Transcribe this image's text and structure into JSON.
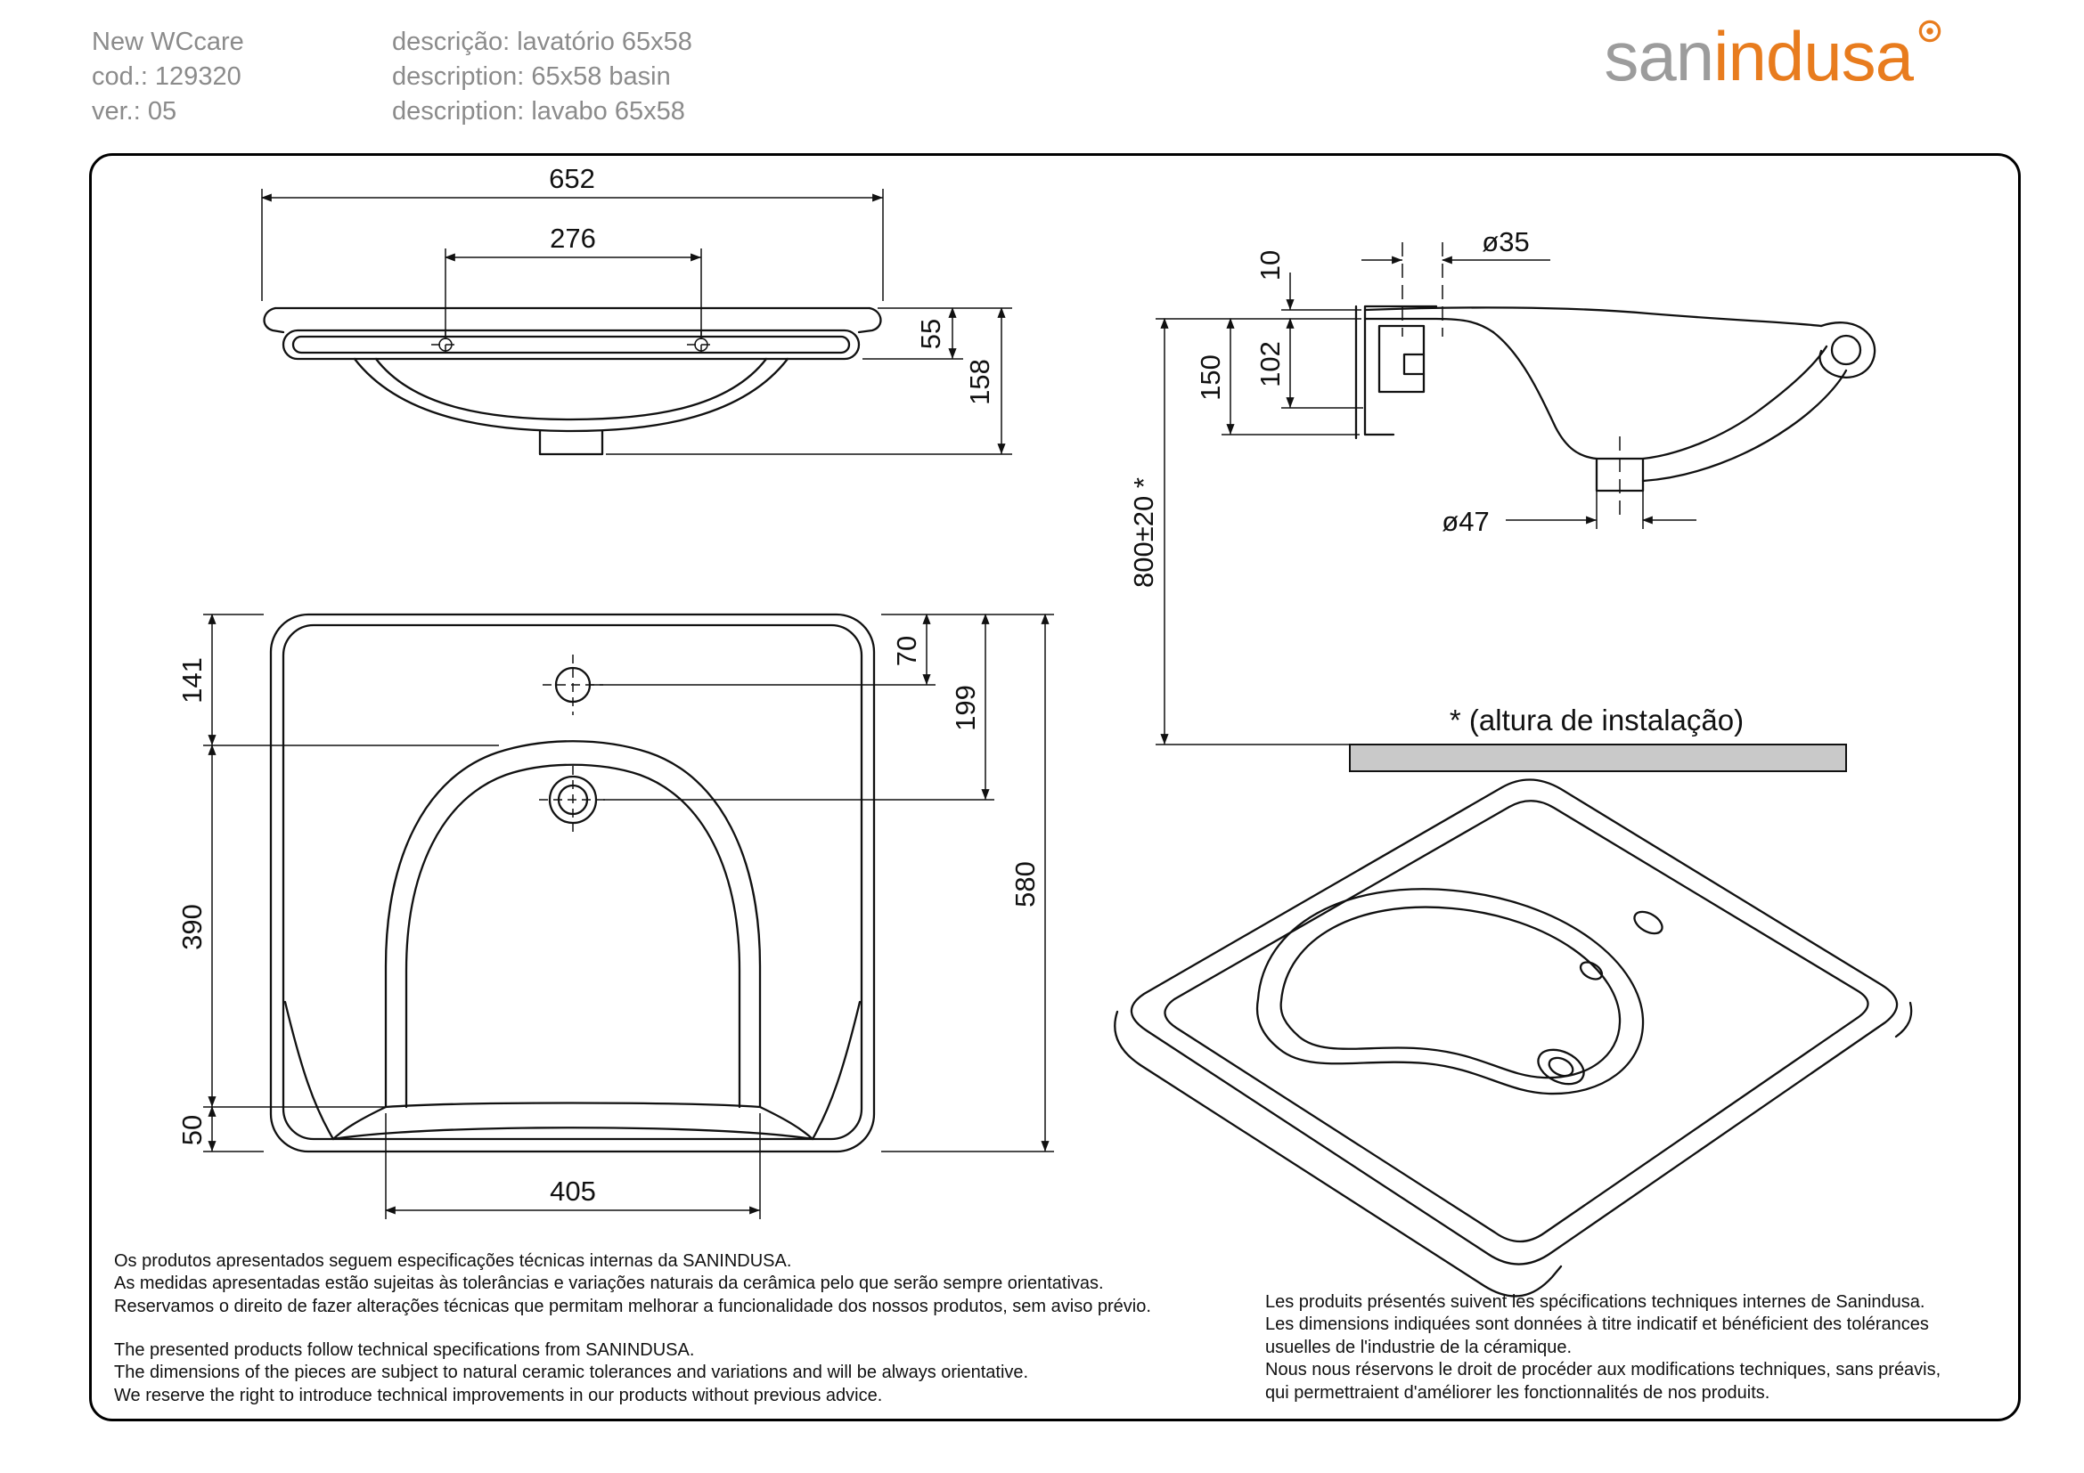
{
  "header": {
    "product_name": "New WCcare",
    "product_code": "cod.: 129320",
    "product_version": "ver.: 05",
    "description_pt": "descrição: lavatório 65x58",
    "description_en": "description: 65x58 basin",
    "description_es": "description: lavabo 65x58"
  },
  "logo": {
    "part_gray": "san",
    "part_orange": "indusa",
    "color_gray": "#9c9c9c",
    "color_orange": "#e87c1e"
  },
  "dims": {
    "front": {
      "total_width": "652",
      "hole_spacing": "276",
      "rim_height": "55",
      "total_height": "158"
    },
    "section": {
      "lip": "10",
      "faucet_hole_dia": "ø35",
      "back_depth": "102",
      "bracket_height": "150",
      "install_height": "800±20 *",
      "drain_dia": "ø47"
    },
    "top": {
      "back_to_bowl": "141",
      "edge_to_faucet": "70",
      "edge_to_overflow": "199",
      "bowl_length": "390",
      "total_depth": "580",
      "front_edge": "50",
      "bowl_width": "405"
    }
  },
  "install_note": "* (altura de instalação)",
  "install_bar_color": "#c9c9c9",
  "footer": {
    "pt": [
      "Os produtos apresentados seguem especificações técnicas internas da SANINDUSA.",
      "As medidas apresentadas estão sujeitas às tolerâncias e variações naturais da cerâmica pelo que serão sempre orientativas.",
      "Reservamos o direito de fazer alterações técnicas que permitam melhorar a funcionalidade dos nossos produtos, sem aviso prévio."
    ],
    "en": [
      "The presented products follow technical specifications from SANINDUSA.",
      "The dimensions of the pieces are subject to natural ceramic tolerances and variations and will be always orientative.",
      "We reserve the right to introduce technical improvements in our products without previous advice."
    ],
    "fr": [
      "Les produits présentés suivent les spécifications techniques internes de Sanindusa.",
      "Les dimensions indiquées sont données à titre indicatif et bénéficient des tolérances",
      "usuelles de l'industrie de la céramique.",
      "Nous nous réservons le droit de procéder aux modifications techniques, sans préavis,",
      "qui permettraient d'améliorer les fonctionnalités de nos produits."
    ]
  }
}
